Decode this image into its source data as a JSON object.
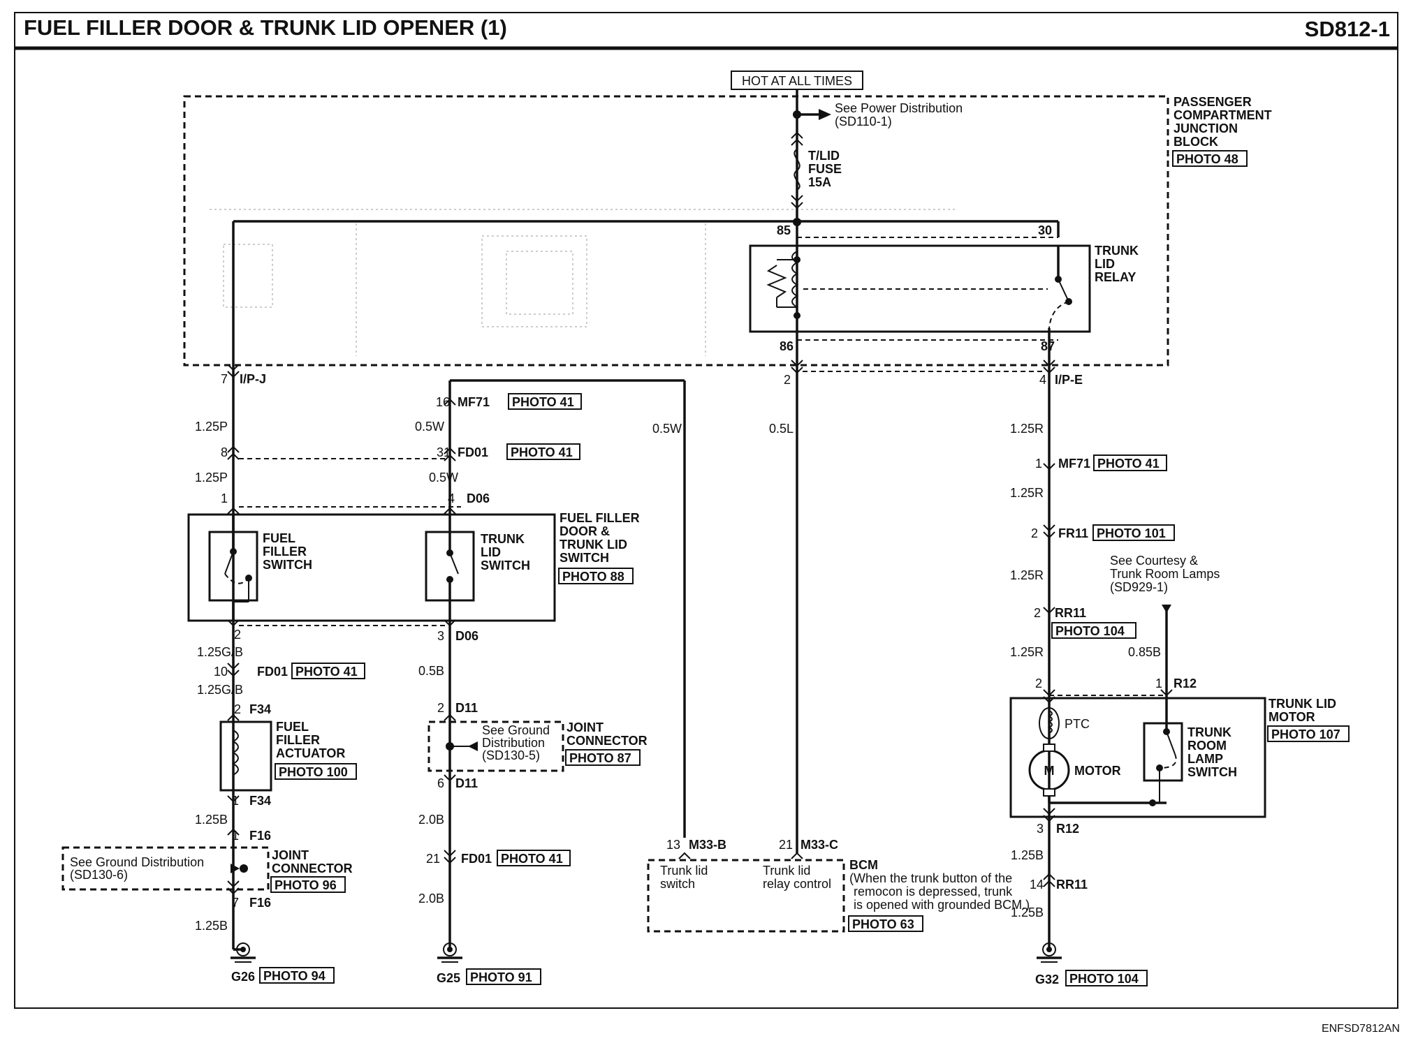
{
  "header": {
    "title": "FUEL FILLER DOOR & TRUNK LID OPENER (1)",
    "code": "SD812-1"
  },
  "footer": {
    "doc_id": "ENFSD7812AN"
  },
  "power": {
    "hot_label": "HOT AT ALL TIMES",
    "see_power_1": "See Power Distribution",
    "see_power_2": "(SD110-1)",
    "fuse_1": "T/LID",
    "fuse_2": "FUSE",
    "fuse_3": "15A"
  },
  "junction_block": {
    "l1": "PASSENGER",
    "l2": "COMPARTMENT",
    "l3": "JUNCTION",
    "l4": "BLOCK",
    "photo": "PHOTO 48"
  },
  "relay": {
    "l1": "TRUNK",
    "l2": "LID",
    "l3": "RELAY",
    "pin85": "85",
    "pin30": "30",
    "pin86": "86",
    "pin87": "87"
  },
  "left_branch": {
    "pin7": "7",
    "conn_ipj": "I/P-J",
    "wire1": "1.25P",
    "pin8": "8",
    "wire2": "1.25P",
    "pin1": "1",
    "pin2": "2",
    "wire3": "1.25G/B",
    "pin10": "10",
    "conn_fd01": "FD01",
    "photo_fd01": "PHOTO 41",
    "wire4": "1.25G/B",
    "pin2b": "2",
    "conn_f34": "F34",
    "act_l1": "FUEL",
    "act_l2": "FILLER",
    "act_l3": "ACTUATOR",
    "act_photo": "PHOTO 100",
    "pin1b": "1",
    "conn_f34b": "F34",
    "wire5": "1.25B",
    "pin1c": "1",
    "conn_f16": "F16",
    "jc_see_1": "See Ground Distribution",
    "jc_see_2": "(SD130-6)",
    "jc_l1": "JOINT",
    "jc_l2": "CONNECTOR",
    "jc_photo": "PHOTO 96",
    "pin7b": "7",
    "conn_f16b": "F16",
    "wire6": "1.25B",
    "ground": "G26",
    "ground_photo": "PHOTO 94"
  },
  "switch_block": {
    "fuel_l1": "FUEL",
    "fuel_l2": "FILLER",
    "fuel_l3": "SWITCH",
    "trunk_l1": "TRUNK",
    "trunk_l2": "LID",
    "trunk_l3": "SWITCH",
    "name_l1": "FUEL FILLER",
    "name_l2": "DOOR &",
    "name_l3": "TRUNK LID",
    "name_l4": "SWITCH",
    "photo": "PHOTO 88"
  },
  "mid_branch": {
    "pin16": "16",
    "conn_mf71": "MF71",
    "photo_mf71": "PHOTO 41",
    "wire1": "0.5W",
    "pin31": "31",
    "conn_fd01": "FD01",
    "photo_fd01": "PHOTO 41",
    "wire2": "0.5W",
    "pin4": "4",
    "conn_d06": "D06",
    "pin3": "3",
    "conn_d06b": "D06",
    "wire3": "0.5B",
    "pin2": "2",
    "conn_d11": "D11",
    "jc_see_1": "See Ground",
    "jc_see_2": "Distribution",
    "jc_see_3": "(SD130-5)",
    "jc_l1": "JOINT",
    "jc_l2": "CONNECTOR",
    "jc_photo": "PHOTO 87",
    "pin6": "6",
    "conn_d11b": "D11",
    "wire4": "2.0B",
    "pin21": "21",
    "conn_fd01b": "FD01",
    "photo_fd01b": "PHOTO 41",
    "wire5": "2.0B",
    "ground": "G25",
    "ground_photo": "PHOTO 91",
    "wire_w": "0.5W"
  },
  "bcm": {
    "wire_l": "0.5L",
    "pin2": "2",
    "pin13": "13",
    "conn_m33b": "M33-B",
    "pin21": "21",
    "conn_m33c": "M33-C",
    "sw_l1": "Trunk lid",
    "sw_l2": "switch",
    "rc_l1": "Trunk lid",
    "rc_l2": "relay control",
    "name": "BCM",
    "note_1": "(When the trunk button of the",
    "note_2": "remocon is depressed, trunk",
    "note_3": "is opened with grounded BCM.)",
    "photo": "PHOTO 63"
  },
  "right_branch": {
    "pin4": "4",
    "conn_ipe": "I/P-E",
    "wire1": "1.25R",
    "pin1": "1",
    "conn_mf71": "MF71",
    "photo_mf71": "PHOTO 41",
    "wire2": "1.25R",
    "pin2": "2",
    "conn_fr11": "FR11",
    "photo_fr11": "PHOTO 101",
    "wire3": "1.25R",
    "pin2b": "2",
    "conn_rr11": "RR11",
    "photo_rr11": "PHOTO 104",
    "wire4": "1.25R",
    "see_1": "See Courtesy &",
    "see_2": "Trunk Room Lamps",
    "see_3": "(SD929-1)",
    "wire_085": "0.85B",
    "pin2c": "2",
    "pin1c": "1",
    "conn_r12": "R12",
    "ptc": "PTC",
    "motor_m": "M",
    "motor": "MOTOR",
    "lamp_l1": "TRUNK",
    "lamp_l2": "ROOM",
    "lamp_l3": "LAMP",
    "lamp_l4": "SWITCH",
    "name_l1": "TRUNK LID",
    "name_l2": "MOTOR",
    "name_photo": "PHOTO 107",
    "pin3": "3",
    "conn_r12b": "R12",
    "wire5": "1.25B",
    "pin14": "14",
    "conn_rr11b": "RR11",
    "wire6": "1.25B",
    "ground": "G32",
    "ground_photo": "PHOTO 104"
  }
}
